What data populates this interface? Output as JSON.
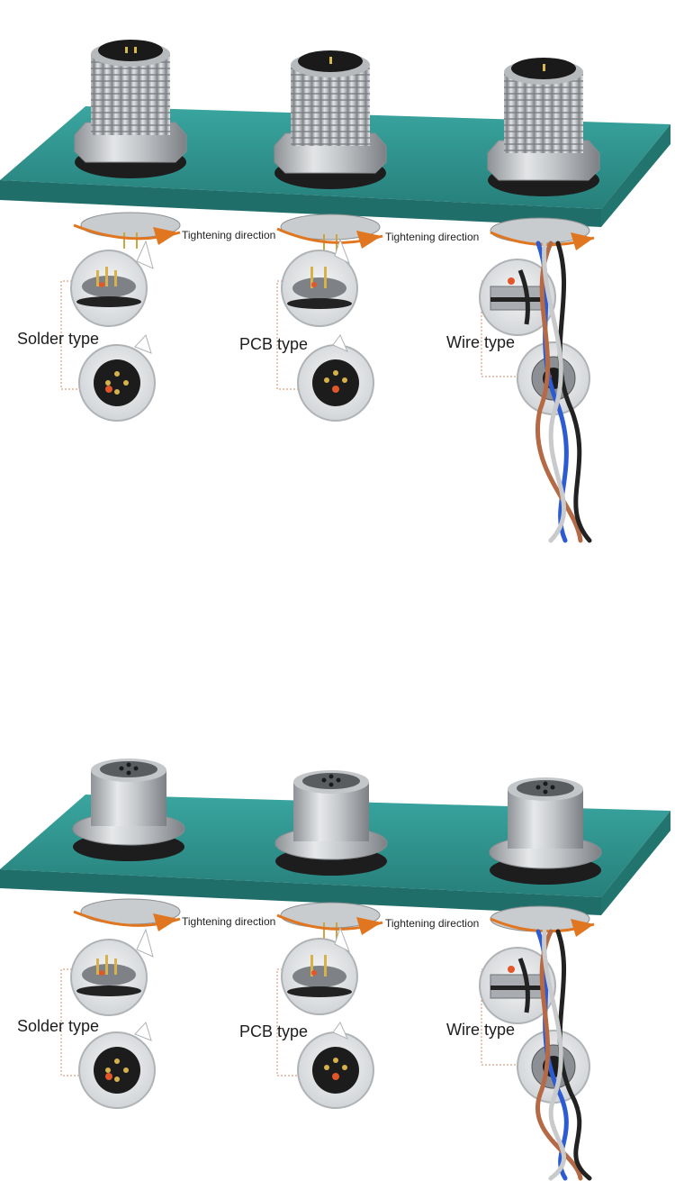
{
  "panels": [
    {
      "id": "male",
      "directions": [
        "Tightening direction",
        "Tightening direction"
      ],
      "types": [
        "Solder type",
        "PCB type",
        "Wire type"
      ]
    },
    {
      "id": "female",
      "directions": [
        "Tightening direction",
        "Tightening direction"
      ],
      "types": [
        "Solder type",
        "PCB type",
        "Wire type"
      ]
    }
  ],
  "colors": {
    "plate": "#2f8f8a",
    "plate_dark": "#1f6e6a",
    "metal": "#b9bcbf",
    "arrow": "#e0761f",
    "pin_highlight": "#e2562a",
    "wire_blue": "#2d5bd1",
    "wire_brown": "#b56a45"
  }
}
